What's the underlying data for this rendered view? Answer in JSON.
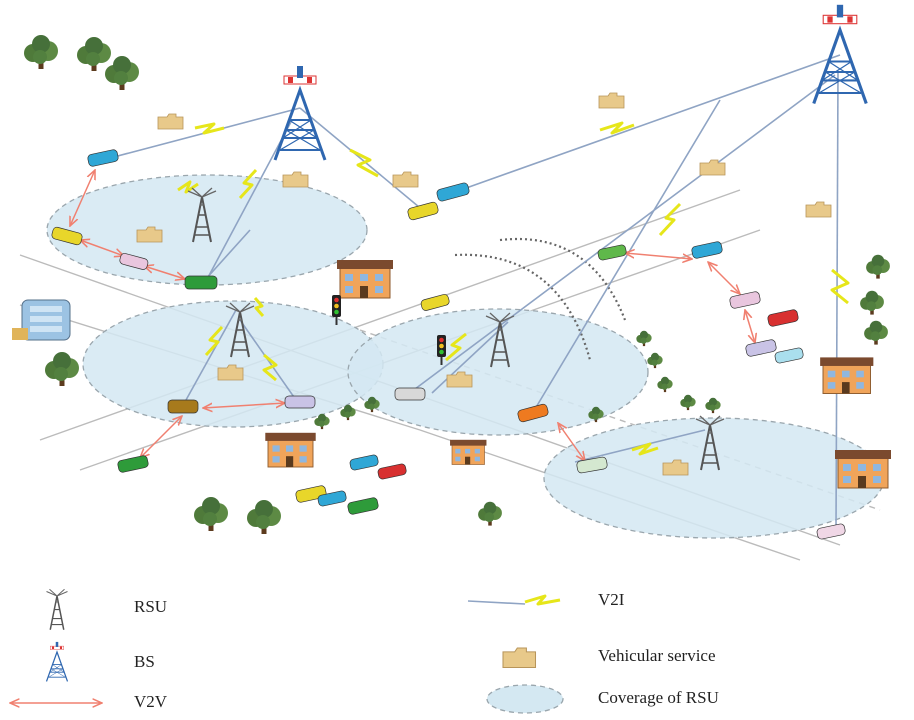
{
  "legend": {
    "rsu": "RSU",
    "bs": "BS",
    "v2v": "V2V",
    "v2i": "V2I",
    "vehicular_service": "Vehicular service",
    "coverage": "Coverage of RSU"
  },
  "colors": {
    "coverage_fill": "#d4e8f2",
    "coverage_stroke": "#9aa6ad",
    "v2i_bolt": "#e6e61a",
    "v2i_line": "#8fa4c4",
    "v2v_arrow": "#f08070",
    "service_folder": "#e8c98a",
    "tower_bs": "#2f67b0",
    "tower_rsu": "#555555",
    "tree": "#4f7a3a"
  },
  "icons": [
    "rsu-tower-icon",
    "bs-tower-icon",
    "v2v-arrow-icon",
    "v2i-link-icon",
    "vehicular-service-folder-icon",
    "coverage-ellipse-icon",
    "car-icon",
    "building-icon",
    "tree-icon",
    "traffic-light-icon"
  ]
}
